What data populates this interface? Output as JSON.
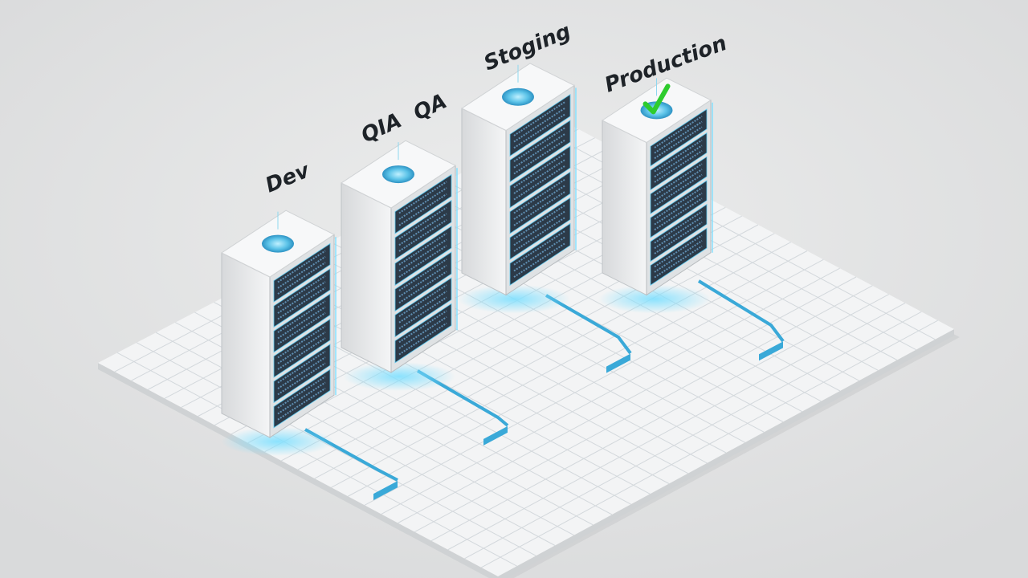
{
  "environments": [
    {
      "label": "Dev",
      "status_icon": "blue-disc-icon"
    },
    {
      "label": "QIA",
      "extra_label": "QA",
      "status_icon": "blue-disc-icon"
    },
    {
      "label": "Stoging",
      "status_icon": "blue-disc-icon"
    },
    {
      "label": "Production",
      "status_icon": "green-checkmark-icon"
    }
  ],
  "colors": {
    "background": "#e4e5e6",
    "platform": "#f3f4f5",
    "cable": "#3aa9d8",
    "disc": "#5cc3e8",
    "check": "#2ecc2e",
    "rack": "#2c3a48"
  }
}
